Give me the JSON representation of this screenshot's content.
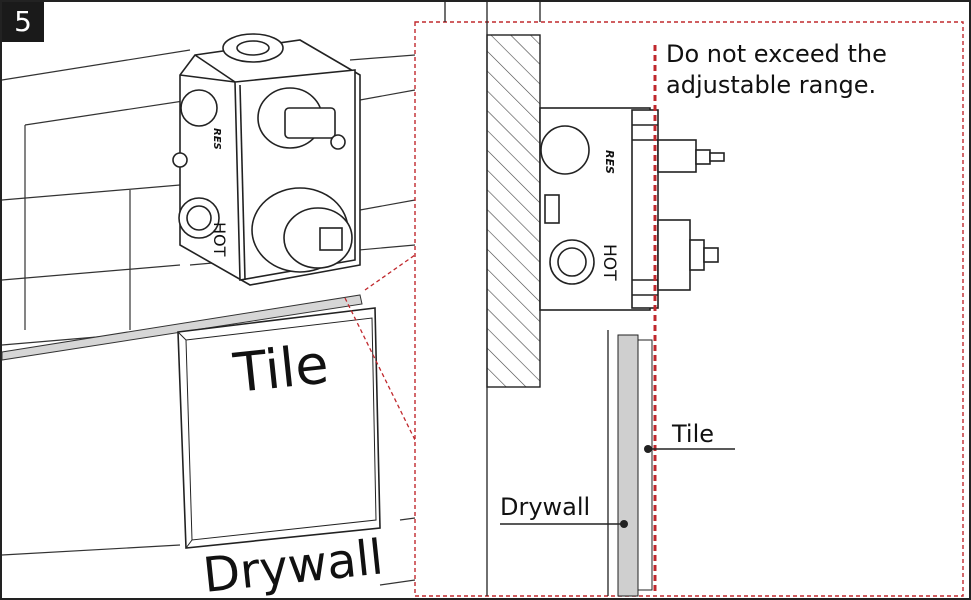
{
  "step_number": "5",
  "labels": {
    "warning_line1": "Do not exceed the",
    "warning_line2": "adjustable range.",
    "tile_big": "Tile",
    "drywall_big": "Drywall",
    "tile_callout": "Tile",
    "drywall_callout": "Drywall",
    "valve_hot_left": "HOT",
    "valve_hot_right": "HOT",
    "brand_left": "RES",
    "brand_right": "RES"
  },
  "colors": {
    "line": "#222222",
    "callout_red": "#c0282d",
    "tile_fill": "#cfcfcf",
    "hatch": "#444444"
  }
}
